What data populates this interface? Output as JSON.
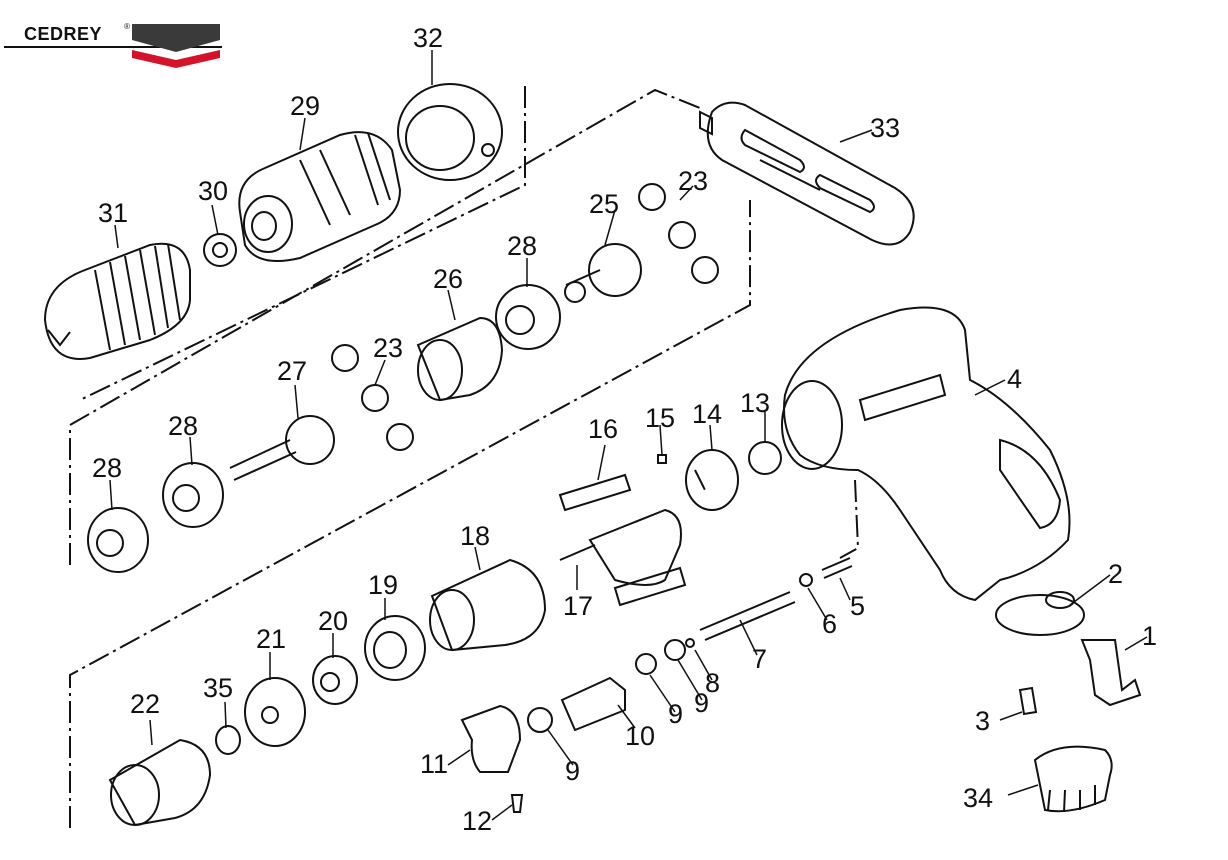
{
  "brand": {
    "name": "CEDREY",
    "mark": "®",
    "colors": {
      "dark": "#3a3a3a",
      "red": "#d4132a"
    }
  },
  "parts": [
    {
      "id": "p1",
      "label": "1"
    },
    {
      "id": "p2",
      "label": "2"
    },
    {
      "id": "p3",
      "label": "3"
    },
    {
      "id": "p4",
      "label": "4"
    },
    {
      "id": "p5",
      "label": "5"
    },
    {
      "id": "p6",
      "label": "6"
    },
    {
      "id": "p7",
      "label": "7"
    },
    {
      "id": "p8",
      "label": "8"
    },
    {
      "id": "p9a",
      "label": "9"
    },
    {
      "id": "p9b",
      "label": "9"
    },
    {
      "id": "p9c",
      "label": "9"
    },
    {
      "id": "p10",
      "label": "10"
    },
    {
      "id": "p11",
      "label": "11"
    },
    {
      "id": "p12",
      "label": "12"
    },
    {
      "id": "p13",
      "label": "13"
    },
    {
      "id": "p14",
      "label": "14"
    },
    {
      "id": "p15",
      "label": "15"
    },
    {
      "id": "p16",
      "label": "16"
    },
    {
      "id": "p17",
      "label": "17"
    },
    {
      "id": "p18",
      "label": "18"
    },
    {
      "id": "p19",
      "label": "19"
    },
    {
      "id": "p20",
      "label": "20"
    },
    {
      "id": "p21",
      "label": "21"
    },
    {
      "id": "p22",
      "label": "22"
    },
    {
      "id": "p23a",
      "label": "23"
    },
    {
      "id": "p23b",
      "label": "23"
    },
    {
      "id": "p25",
      "label": "25"
    },
    {
      "id": "p26",
      "label": "26"
    },
    {
      "id": "p27",
      "label": "27"
    },
    {
      "id": "p28a",
      "label": "28"
    },
    {
      "id": "p28b",
      "label": "28"
    },
    {
      "id": "p28c",
      "label": "28"
    },
    {
      "id": "p29",
      "label": "29"
    },
    {
      "id": "p30",
      "label": "30"
    },
    {
      "id": "p31",
      "label": "31"
    },
    {
      "id": "p32",
      "label": "32"
    },
    {
      "id": "p33",
      "label": "33"
    },
    {
      "id": "p34",
      "label": "34"
    },
    {
      "id": "p35",
      "label": "35"
    }
  ]
}
